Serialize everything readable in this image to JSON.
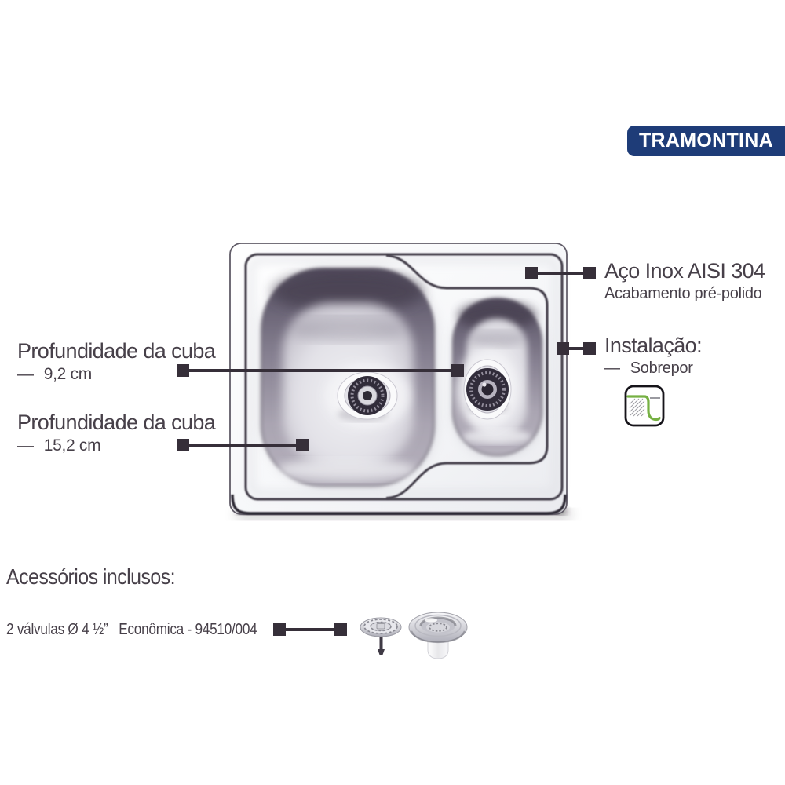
{
  "brand": {
    "name": "TRAMONTINA"
  },
  "colors": {
    "brand_bg": "#1e3c78",
    "brand_fg": "#ffffff",
    "text": "#474049",
    "line": "#362f39",
    "icon_green": "#76b043"
  },
  "callouts": {
    "material": {
      "title": "Aço Inox AISI 304",
      "subtitle": "Acabamento pré-polido"
    },
    "installation": {
      "title": "Instalação:",
      "dash": "—",
      "item": "Sobrepor"
    },
    "depth_small": {
      "title": "Profundidade da cuba",
      "dash": "—",
      "value": "9,2 cm"
    },
    "depth_large": {
      "title": "Profundidade da cuba",
      "dash": "—",
      "value": "15,2 cm"
    }
  },
  "accessories": {
    "title": "Acessórios inclusos:",
    "spec": "2 válvulas Ø 4 ½”",
    "code": "Econômica - 94510/004"
  }
}
